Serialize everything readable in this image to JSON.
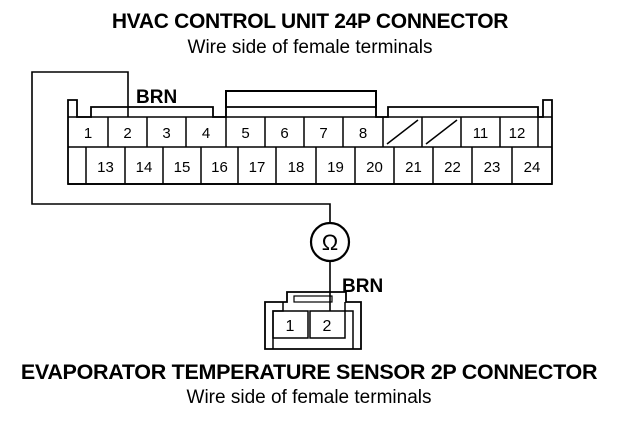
{
  "hvac_connector": {
    "title": "HVAC CONTROL UNIT 24P CONNECTOR",
    "subtitle": "Wire side of female terminals",
    "wire_label": "BRN",
    "row1": [
      "1",
      "2",
      "3",
      "4",
      "5",
      "6",
      "7",
      "8",
      "",
      "",
      "11",
      "12"
    ],
    "row2": [
      "13",
      "14",
      "15",
      "16",
      "17",
      "18",
      "19",
      "20",
      "21",
      "22",
      "23",
      "24"
    ],
    "wired_terminal": "2"
  },
  "meter": {
    "symbol": "Ω",
    "icon": "ohmmeter-icon"
  },
  "sensor_connector": {
    "title": "EVAPORATOR TEMPERATURE SENSOR 2P CONNECTOR",
    "subtitle": "Wire side of female terminals",
    "wire_label": "BRN",
    "terminals": [
      "1",
      "2"
    ],
    "wired_terminal": "2"
  }
}
